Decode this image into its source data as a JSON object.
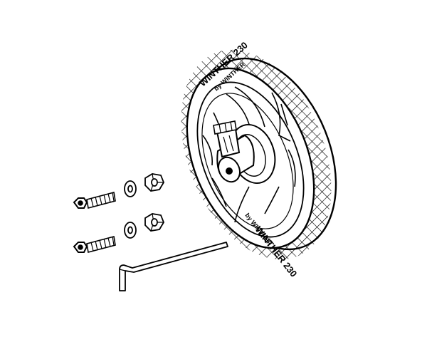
{
  "wheel": {
    "brand_text": "WINTHER 230",
    "maker_text": "by WINTHER"
  },
  "colors": {
    "line": "#000000",
    "background": "#ffffff"
  },
  "parts": [
    {
      "name": "wheel",
      "icon": "wheel-icon"
    },
    {
      "name": "hub-axle",
      "icon": "axle-icon"
    },
    {
      "name": "bolt",
      "icon": "bolt-icon",
      "count": 2
    },
    {
      "name": "washer",
      "icon": "washer-icon",
      "count": 2
    },
    {
      "name": "lock-nut",
      "icon": "nut-icon",
      "count": 2
    },
    {
      "name": "hex-key",
      "icon": "hex-key-icon",
      "count": 1
    }
  ]
}
